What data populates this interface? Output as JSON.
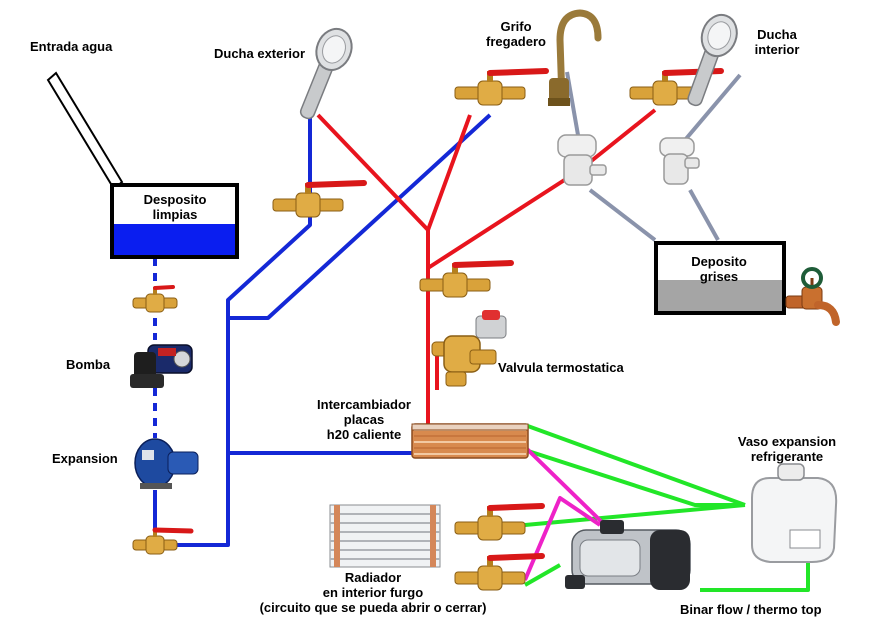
{
  "labels": {
    "entrada_agua": "Entrada agua",
    "ducha_exterior": "Ducha exterior",
    "grifo_l1": "Grifo",
    "grifo_l2": "fregadero",
    "ducha_int_l1": "Ducha",
    "ducha_int_l2": "interior",
    "deposito_limpias_l1": "Desposito",
    "deposito_limpias_l2": "limpias",
    "deposito_grises_l1": "Deposito",
    "deposito_grises_l2": "grises",
    "bomba": "Bomba",
    "expansion": "Expansion",
    "valvula": "Valvula termostatica",
    "intercambiador_l1": "Intercambiador",
    "intercambiador_l2": "placas",
    "intercambiador_l3": "h20 caliente",
    "vaso_l1": "Vaso expansion",
    "vaso_l2": "refrigerante",
    "radiador_l1": "Radiador",
    "radiador_l2": "en interior furgo",
    "radiador_l3": "(circuito que se pueda abrir o cerrar)",
    "binar": "Binar flow / thermo top"
  },
  "colors": {
    "cold_water": "#1428d6",
    "hot_water": "#e8141e",
    "coolant": "#22e628",
    "heater_loop": "#ee22c8",
    "grey_drain": "#8a93ab",
    "clean_tank_fill": "#0a1ef0",
    "grey_tank_fill": "#a5a5a5",
    "brass": "#d9a23a",
    "valve_handle": "#d81818"
  }
}
